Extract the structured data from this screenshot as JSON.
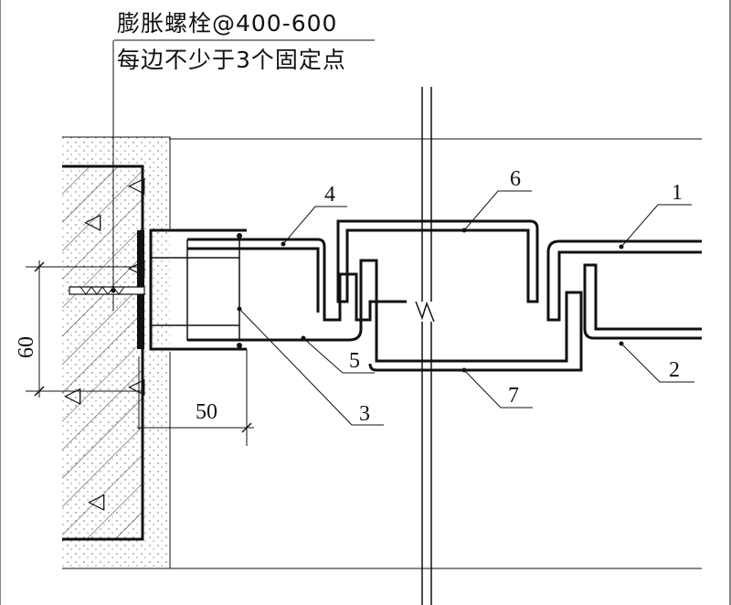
{
  "notes": {
    "line1": "膨胀螺栓@400-600",
    "line2": "每边不少于3个固定点"
  },
  "dimensions": {
    "height": "60",
    "width": "50"
  },
  "callouts": {
    "c1": "1",
    "c2": "2",
    "c3": "3",
    "c4": "4",
    "c5": "5",
    "c6": "6",
    "c7": "7"
  }
}
